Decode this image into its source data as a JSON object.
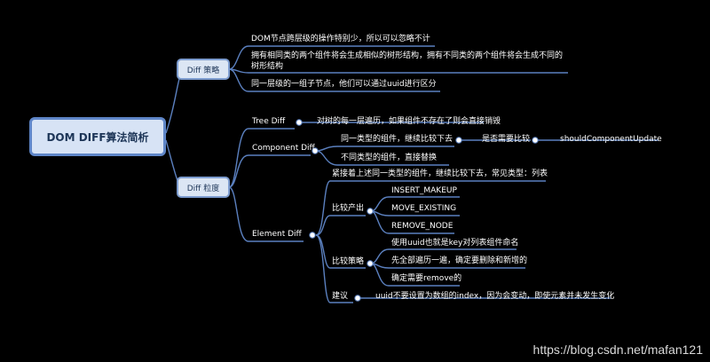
{
  "root": {
    "label": "DOM DIFF算法简析"
  },
  "strategy": {
    "label": "Diff 策略",
    "items": [
      "DOM节点跨层级的操作特别少，所以可以忽略不计",
      "拥有相同类的两个组件将会生成相似的树形结构，拥有不同类的两个组件将会生成不同的树形结构",
      "同一层级的一组子节点，他们可以通过uuid进行区分"
    ]
  },
  "granularity": {
    "label": "Diff 粒度",
    "tree": {
      "label": "Tree Diff",
      "desc": "对树的每一层遍历，如果组件不存在了则会直接销毁"
    },
    "component": {
      "label": "Component Diff",
      "same": "同一类型的组件，继续比较下去",
      "need_compare": "是否需要比较",
      "should_update": "shouldComponentUpdate",
      "different": "不同类型的组件，直接替换"
    },
    "element": {
      "label": "Element Diff",
      "intro": "紧接着上述同一类型的组件，继续比较下去，常见类型：列表",
      "output": {
        "label": "比较产出",
        "items": [
          "INSERT_MAKEUP",
          "MOVE_EXISTING",
          "REMOVE_NODE"
        ]
      },
      "strategy": {
        "label": "比较策略",
        "items": [
          "使用uuid也就是key对列表组件命名",
          "先全部遍历一遍，确定要删除和新增的",
          "确定需要remove的"
        ]
      },
      "advice": {
        "label": "建议",
        "text": "uuid不要设置为数组的index，因为会变动，即使元素并未发生变化"
      }
    }
  },
  "watermark": "https://blog.csdn.net/mafan121",
  "colors": {
    "background": "#000000",
    "line": "#5b80bf",
    "root_fill": "#d7e3f5",
    "box_fill": "#dce6f4"
  }
}
